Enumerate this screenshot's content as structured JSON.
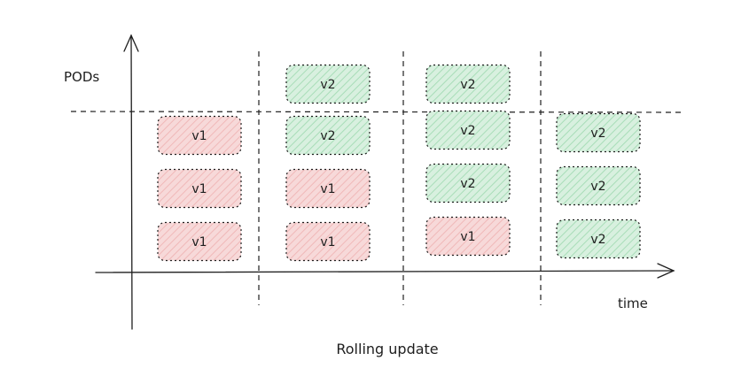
{
  "diagram": {
    "title": "Rolling update",
    "y_axis_label": "PODs",
    "x_axis_label": "time",
    "colors": {
      "v1_fill": "#f7d9d9",
      "v1_hatch": "#f0b8b8",
      "v2_fill": "#d8f0df",
      "v2_hatch": "#a8ddb8",
      "stroke": "#1e1e1e"
    },
    "stages": [
      {
        "pods": [
          "v1",
          "v1",
          "v1"
        ]
      },
      {
        "pods": [
          "v2",
          "v2",
          "v1",
          "v1"
        ]
      },
      {
        "pods": [
          "v2",
          "v2",
          "v2",
          "v1"
        ]
      },
      {
        "pods": [
          "v2",
          "v2",
          "v2"
        ]
      }
    ]
  }
}
